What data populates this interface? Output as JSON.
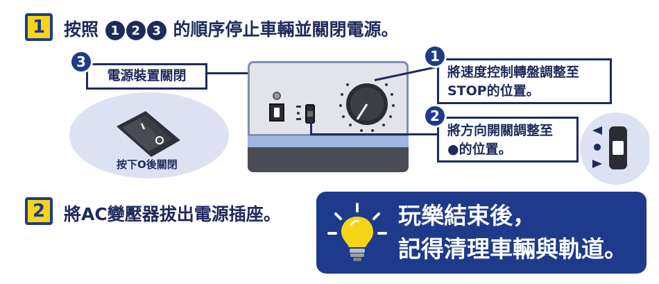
{
  "step1": {
    "number": "1",
    "heading_before": "按照",
    "nums": [
      "1",
      "2",
      "3"
    ],
    "heading_after": "的順序停止車輛並關閉電源。"
  },
  "callouts": {
    "c1": {
      "num": "1",
      "line1": "將速度控制轉盤調整至",
      "line2": "STOP的位置。"
    },
    "c2": {
      "num": "2",
      "line1": "將方向開關調整至",
      "line2": "●的位置。"
    },
    "c3": {
      "num": "3",
      "text": "電源裝置關閉"
    }
  },
  "switch_caption": "按下O後關閉",
  "step2": {
    "number": "2",
    "text": "將AC變壓器拔出電源插座。"
  },
  "tip": {
    "line1": "玩樂結束後，",
    "line2": "記得清理車輛與軌道。"
  },
  "colors": {
    "navy": "#1e3a8a",
    "yellow": "#f6d418",
    "panel": "#e2e4ea",
    "band": "#9fb6de"
  }
}
